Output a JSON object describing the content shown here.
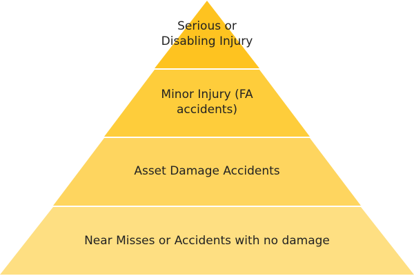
{
  "title": "Safety Pyramid",
  "layers": [
    {
      "label_lines": [
        "Serious or",
        "Disabling Injury"
      ],
      "color": "#FEC320"
    },
    {
      "label_lines": [
        "Minor Injury (FA",
        "accidents)"
      ],
      "color": "#FECD3B"
    },
    {
      "label_lines": [
        "Asset Damage Accidents"
      ],
      "color": "#FED55F"
    },
    {
      "label_lines": [
        "Near Misses or Accidents with no damage"
      ],
      "color": "#FEDF82"
    }
  ]
}
